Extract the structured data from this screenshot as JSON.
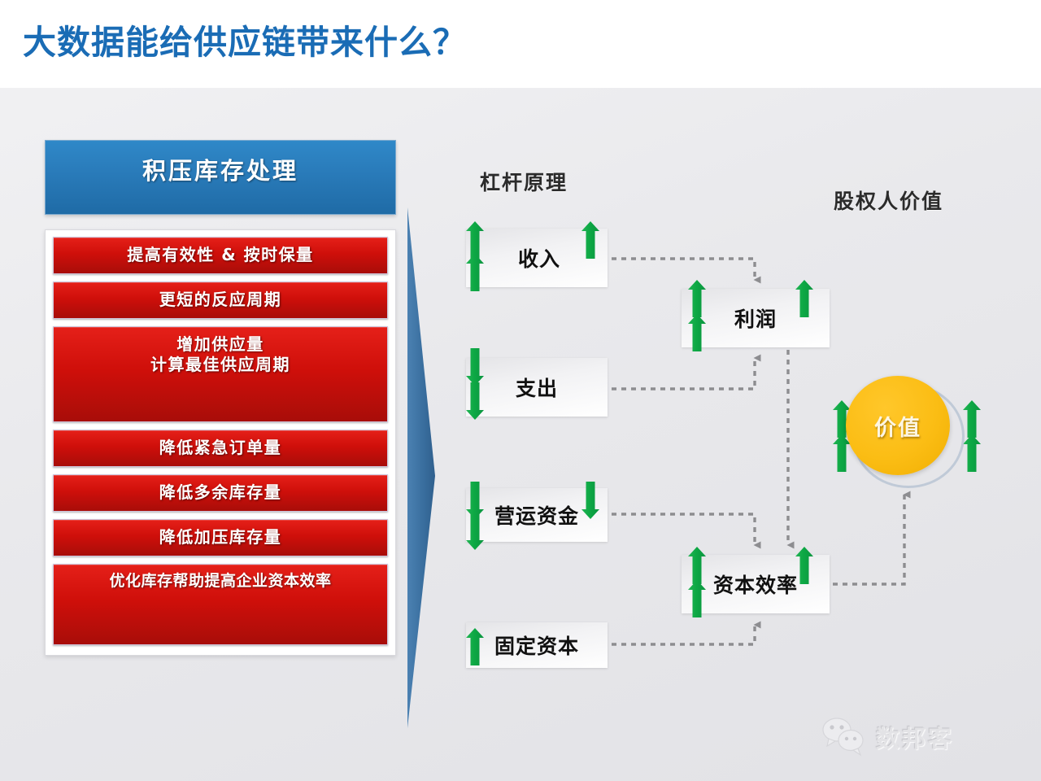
{
  "page_title": "大数据能给供应链带来什么？",
  "theme": {
    "title_color": "#1a6cb5",
    "panel_header_color": "#2a7cbb",
    "bar_color": "#cf0f0a",
    "arrow_green": "#17a84a",
    "value_circle_color": "#fbbd14",
    "connector_gray": "#8d8d90",
    "background": "#e9e9ec"
  },
  "left_panel": {
    "header": "积压库存处理",
    "items": [
      {
        "label": "提高有效性 & 按时保量",
        "size": "h1"
      },
      {
        "label": "更短的反应周期",
        "size": "h2"
      },
      {
        "label": "增加供应量\n计算最佳供应周期",
        "size": "h3"
      },
      {
        "label": "降低紧急订单量",
        "size": "h4"
      },
      {
        "label": "降低多余库存量",
        "size": "h5"
      },
      {
        "label": "降低加压库存量",
        "size": "h6"
      },
      {
        "label": "优化库存帮助提高企业资本效率",
        "size": "h7"
      }
    ]
  },
  "diagram": {
    "headings": {
      "leverage": "杠杆原理",
      "shareholder": "股权人价值"
    },
    "nodes": {
      "revenue": {
        "label": "收入",
        "arrows": "up"
      },
      "expense": {
        "label": "支出",
        "arrows": "down"
      },
      "working_capital": {
        "label": "营运资金",
        "arrows": "down"
      },
      "fixed_capital": {
        "label": "固定资本",
        "arrows": "up"
      },
      "profit": {
        "label": "利润",
        "arrows": "up"
      },
      "capital_efficiency": {
        "label": "资本效率",
        "arrows": "up"
      },
      "value": {
        "label": "价值",
        "arrows": "up"
      }
    },
    "connections": [
      {
        "from": "收入",
        "to": "利润"
      },
      {
        "from": "支出",
        "to": "利润"
      },
      {
        "from": "营运资金",
        "to": "资本效率"
      },
      {
        "from": "固定资本",
        "to": "资本效率"
      },
      {
        "from": "利润",
        "to": "资本效率"
      },
      {
        "from": "资本效率",
        "to": "价值"
      }
    ]
  },
  "watermark": {
    "icon": "wechat-icon",
    "text": "数邦客"
  }
}
